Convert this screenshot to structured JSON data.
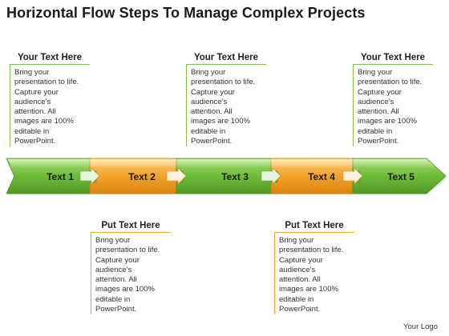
{
  "title": "Horizontal Flow Steps To Manage Complex Projects",
  "colors": {
    "green": "#6dbb3c",
    "orange": "#f0a830",
    "green_line": "#7cc24a",
    "orange_line": "#f0a830"
  },
  "steps": [
    {
      "label": "Text 1",
      "color": "green"
    },
    {
      "label": "Text 2",
      "color": "orange"
    },
    {
      "label": "Text 3",
      "color": "green"
    },
    {
      "label": "Text 4",
      "color": "orange"
    },
    {
      "label": "Text 5",
      "color": "green"
    }
  ],
  "boxes": [
    {
      "heading": "Your Text Here",
      "lines": [
        "Bring your",
        "presentation to life.",
        "Capture your",
        "audience’s",
        "attention. All",
        "images are 100%",
        "editable in",
        "PowerPoint."
      ]
    },
    {
      "heading": "Put Text Here",
      "lines": [
        "Bring your",
        "presentation to life.",
        "Capture your",
        "audience’s",
        "attention. All",
        "images are 100%",
        "editable in",
        "PowerPoint."
      ]
    },
    {
      "heading": "Your Text Here",
      "lines": [
        "Bring your",
        "presentation to life.",
        "Capture your",
        "audience’s",
        "attention. All",
        "images are 100%",
        "editable in",
        "PowerPoint."
      ]
    },
    {
      "heading": "Put Text Here",
      "lines": [
        "Bring your",
        "presentation to life.",
        "Capture your",
        "audience’s",
        "attention. All",
        "images are 100%",
        "editable in",
        "PowerPoint."
      ]
    },
    {
      "heading": "Your Text Here",
      "lines": [
        "Bring your",
        "presentation to life.",
        "Capture your",
        "audience’s",
        "attention. All",
        "images are 100%",
        "editable in",
        "PowerPoint."
      ]
    }
  ],
  "logo": "Your Logo"
}
